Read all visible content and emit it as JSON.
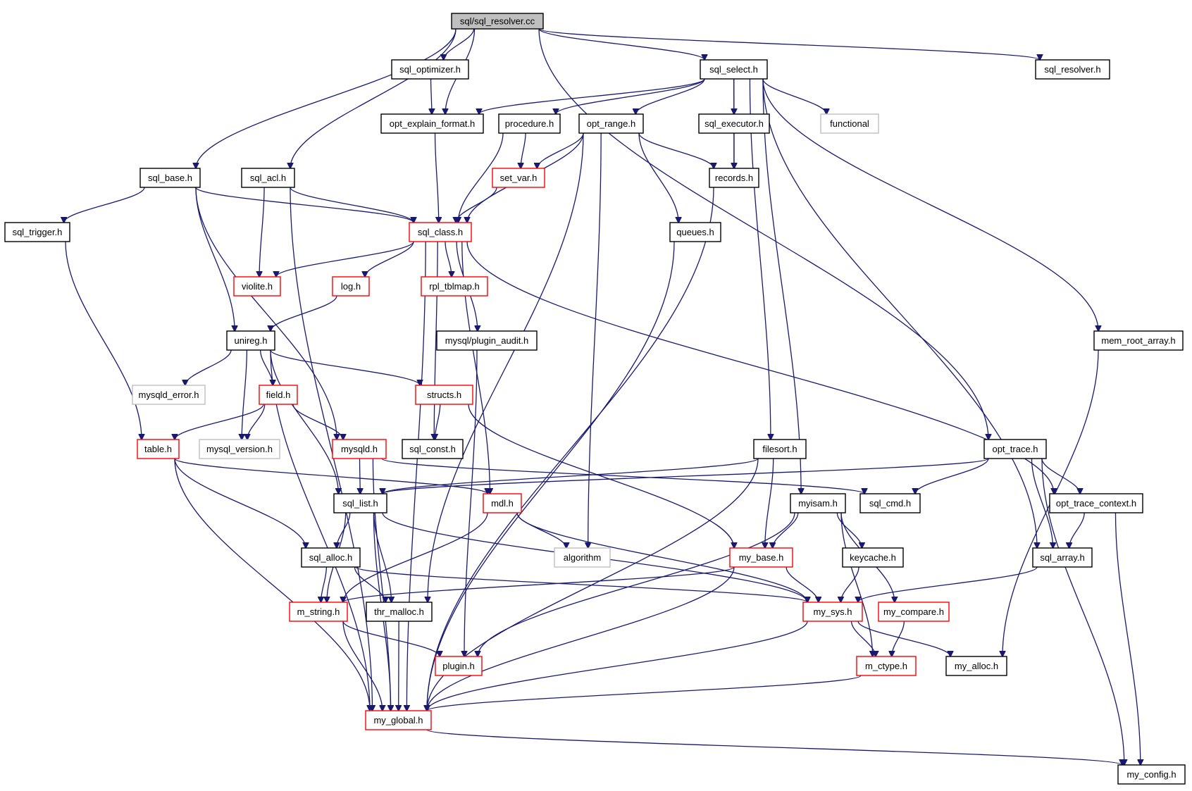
{
  "diagram": {
    "colors": {
      "edge": "#191970",
      "border_normal": "#000000",
      "border_truncated": "#ff0000",
      "border_external": "#bfbfbf",
      "root_fill": "#bfbfbf"
    },
    "nodes": [
      {
        "id": "root",
        "label": "sql/sql_resolver.cc",
        "style": "root"
      },
      {
        "id": "sql_optimizer",
        "label": "sql_optimizer.h",
        "style": "normal"
      },
      {
        "id": "sql_select",
        "label": "sql_select.h",
        "style": "normal"
      },
      {
        "id": "sql_resolver",
        "label": "sql_resolver.h",
        "style": "normal"
      },
      {
        "id": "opt_explain",
        "label": "opt_explain_format.h",
        "style": "normal"
      },
      {
        "id": "procedure",
        "label": "procedure.h",
        "style": "normal"
      },
      {
        "id": "opt_range",
        "label": "opt_range.h",
        "style": "normal"
      },
      {
        "id": "sql_executor",
        "label": "sql_executor.h",
        "style": "normal"
      },
      {
        "id": "functional",
        "label": "functional",
        "style": "gray"
      },
      {
        "id": "sql_base",
        "label": "sql_base.h",
        "style": "normal"
      },
      {
        "id": "sql_acl",
        "label": "sql_acl.h",
        "style": "normal"
      },
      {
        "id": "set_var",
        "label": "set_var.h",
        "style": "red"
      },
      {
        "id": "records",
        "label": "records.h",
        "style": "normal"
      },
      {
        "id": "sql_trigger",
        "label": "sql_trigger.h",
        "style": "normal"
      },
      {
        "id": "sql_class",
        "label": "sql_class.h",
        "style": "red"
      },
      {
        "id": "queues",
        "label": "queues.h",
        "style": "normal"
      },
      {
        "id": "violite",
        "label": "violite.h",
        "style": "red"
      },
      {
        "id": "log",
        "label": "log.h",
        "style": "red"
      },
      {
        "id": "rpl_tblmap",
        "label": "rpl_tblmap.h",
        "style": "red"
      },
      {
        "id": "plugin_audit",
        "label": "mysql/plugin_audit.h",
        "style": "normal"
      },
      {
        "id": "mem_root_array",
        "label": "mem_root_array.h",
        "style": "normal"
      },
      {
        "id": "unireg",
        "label": "unireg.h",
        "style": "normal"
      },
      {
        "id": "mysqld_error",
        "label": "mysqld_error.h",
        "style": "gray"
      },
      {
        "id": "field",
        "label": "field.h",
        "style": "red"
      },
      {
        "id": "structs",
        "label": "structs.h",
        "style": "red"
      },
      {
        "id": "table",
        "label": "table.h",
        "style": "red"
      },
      {
        "id": "mysql_version",
        "label": "mysql_version.h",
        "style": "gray"
      },
      {
        "id": "mysqld",
        "label": "mysqld.h",
        "style": "red"
      },
      {
        "id": "sql_const",
        "label": "sql_const.h",
        "style": "normal"
      },
      {
        "id": "filesort",
        "label": "filesort.h",
        "style": "normal"
      },
      {
        "id": "opt_trace",
        "label": "opt_trace.h",
        "style": "normal"
      },
      {
        "id": "sql_list",
        "label": "sql_list.h",
        "style": "normal"
      },
      {
        "id": "mdl",
        "label": "mdl.h",
        "style": "red"
      },
      {
        "id": "sql_cmd",
        "label": "sql_cmd.h",
        "style": "normal"
      },
      {
        "id": "myisam",
        "label": "myisam.h",
        "style": "normal"
      },
      {
        "id": "opt_trace_context",
        "label": "opt_trace_context.h",
        "style": "normal"
      },
      {
        "id": "sql_alloc",
        "label": "sql_alloc.h",
        "style": "normal"
      },
      {
        "id": "algorithm",
        "label": "algorithm",
        "style": "gray"
      },
      {
        "id": "my_base",
        "label": "my_base.h",
        "style": "red"
      },
      {
        "id": "keycache",
        "label": "keycache.h",
        "style": "normal"
      },
      {
        "id": "sql_array",
        "label": "sql_array.h",
        "style": "normal"
      },
      {
        "id": "m_string",
        "label": "m_string.h",
        "style": "red"
      },
      {
        "id": "thr_malloc",
        "label": "thr_malloc.h",
        "style": "normal"
      },
      {
        "id": "my_sys",
        "label": "my_sys.h",
        "style": "red"
      },
      {
        "id": "my_compare",
        "label": "my_compare.h",
        "style": "red"
      },
      {
        "id": "plugin",
        "label": "plugin.h",
        "style": "red"
      },
      {
        "id": "m_ctype",
        "label": "m_ctype.h",
        "style": "red"
      },
      {
        "id": "my_alloc",
        "label": "my_alloc.h",
        "style": "normal"
      },
      {
        "id": "my_global",
        "label": "my_global.h",
        "style": "red"
      },
      {
        "id": "my_config",
        "label": "my_config.h",
        "style": "normal"
      }
    ],
    "edges": [
      [
        "root",
        "sql_optimizer"
      ],
      [
        "root",
        "opt_explain"
      ],
      [
        "root",
        "sql_select"
      ],
      [
        "root",
        "sql_resolver"
      ],
      [
        "root",
        "sql_base"
      ],
      [
        "root",
        "sql_acl"
      ],
      [
        "root",
        "opt_trace"
      ],
      [
        "sql_optimizer",
        "opt_explain"
      ],
      [
        "sql_select",
        "opt_explain"
      ],
      [
        "sql_select",
        "procedure"
      ],
      [
        "sql_select",
        "opt_range"
      ],
      [
        "sql_select",
        "sql_executor"
      ],
      [
        "sql_select",
        "functional"
      ],
      [
        "sql_select",
        "records"
      ],
      [
        "sql_select",
        "filesort"
      ],
      [
        "sql_select",
        "myisam"
      ],
      [
        "sql_select",
        "sql_array"
      ],
      [
        "sql_select",
        "mem_root_array"
      ],
      [
        "opt_explain",
        "sql_class"
      ],
      [
        "procedure",
        "set_var"
      ],
      [
        "procedure",
        "sql_class"
      ],
      [
        "opt_range",
        "set_var"
      ],
      [
        "opt_range",
        "sql_class"
      ],
      [
        "opt_range",
        "records"
      ],
      [
        "opt_range",
        "queues"
      ],
      [
        "opt_range",
        "algorithm"
      ],
      [
        "opt_range",
        "thr_malloc"
      ],
      [
        "sql_executor",
        "records"
      ],
      [
        "sql_base",
        "sql_trigger"
      ],
      [
        "sql_base",
        "sql_class"
      ],
      [
        "sql_base",
        "unireg"
      ],
      [
        "sql_base",
        "mysqld"
      ],
      [
        "sql_acl",
        "sql_class"
      ],
      [
        "sql_acl",
        "violite"
      ],
      [
        "sql_acl",
        "my_global"
      ],
      [
        "set_var",
        "sql_class"
      ],
      [
        "records",
        "my_global"
      ],
      [
        "sql_trigger",
        "table"
      ],
      [
        "sql_class",
        "violite"
      ],
      [
        "sql_class",
        "log"
      ],
      [
        "sql_class",
        "rpl_tblmap"
      ],
      [
        "sql_class",
        "plugin_audit"
      ],
      [
        "sql_class",
        "sql_const"
      ],
      [
        "sql_class",
        "mdl"
      ],
      [
        "sql_class",
        "opt_trace_context"
      ],
      [
        "sql_class",
        "my_global"
      ],
      [
        "queues",
        "my_global"
      ],
      [
        "log",
        "unireg"
      ],
      [
        "plugin_audit",
        "plugin"
      ],
      [
        "mem_root_array",
        "my_alloc"
      ],
      [
        "unireg",
        "mysqld_error"
      ],
      [
        "unireg",
        "field"
      ],
      [
        "unireg",
        "mysql_version"
      ],
      [
        "unireg",
        "structs"
      ],
      [
        "unireg",
        "sql_list"
      ],
      [
        "unireg",
        "my_global"
      ],
      [
        "field",
        "table"
      ],
      [
        "field",
        "mysql_version"
      ],
      [
        "field",
        "mysqld"
      ],
      [
        "structs",
        "sql_const"
      ],
      [
        "structs",
        "my_base"
      ],
      [
        "table",
        "sql_alloc"
      ],
      [
        "table",
        "mdl"
      ],
      [
        "table",
        "my_global"
      ],
      [
        "mysqld",
        "sql_list"
      ],
      [
        "mysqld",
        "sql_cmd"
      ],
      [
        "mysqld",
        "my_global"
      ],
      [
        "filesort",
        "sql_list"
      ],
      [
        "filesort",
        "my_base"
      ],
      [
        "filesort",
        "my_global"
      ],
      [
        "opt_trace",
        "sql_list"
      ],
      [
        "opt_trace",
        "sql_cmd"
      ],
      [
        "opt_trace",
        "opt_trace_context"
      ],
      [
        "opt_trace",
        "sql_array"
      ],
      [
        "opt_trace",
        "my_config"
      ],
      [
        "sql_list",
        "sql_alloc"
      ],
      [
        "sql_list",
        "m_string"
      ],
      [
        "sql_list",
        "thr_malloc"
      ],
      [
        "sql_list",
        "my_sys"
      ],
      [
        "sql_list",
        "my_global"
      ],
      [
        "mdl",
        "algorithm"
      ],
      [
        "mdl",
        "m_string"
      ],
      [
        "mdl",
        "my_sys"
      ],
      [
        "myisam",
        "my_base"
      ],
      [
        "myisam",
        "keycache"
      ],
      [
        "myisam",
        "my_compare"
      ],
      [
        "myisam",
        "plugin"
      ],
      [
        "myisam",
        "m_ctype"
      ],
      [
        "opt_trace_context",
        "sql_array"
      ],
      [
        "opt_trace_context",
        "my_config"
      ],
      [
        "sql_alloc",
        "m_string"
      ],
      [
        "sql_alloc",
        "thr_malloc"
      ],
      [
        "sql_alloc",
        "my_sys"
      ],
      [
        "my_base",
        "m_string"
      ],
      [
        "my_base",
        "my_sys"
      ],
      [
        "my_base",
        "my_global"
      ],
      [
        "keycache",
        "my_sys"
      ],
      [
        "sql_array",
        "my_sys"
      ],
      [
        "m_string",
        "plugin"
      ],
      [
        "m_string",
        "my_global"
      ],
      [
        "thr_malloc",
        "my_global"
      ],
      [
        "my_sys",
        "m_ctype"
      ],
      [
        "my_sys",
        "my_alloc"
      ],
      [
        "my_sys",
        "my_global"
      ],
      [
        "my_compare",
        "m_ctype"
      ],
      [
        "m_ctype",
        "my_global"
      ],
      [
        "my_global",
        "my_config"
      ]
    ]
  }
}
